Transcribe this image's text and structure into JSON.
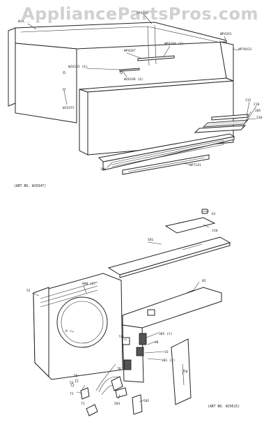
{
  "watermark": "AppliancePartsPros.com",
  "diagram1": {
    "art_no": "(ART NO. WJ9347)",
    "labels": [
      {
        "id": "wp43x",
        "text": "WP43X0"
      },
      {
        "id": "wjx",
        "text": "WJ9..."
      },
      {
        "id": "wp43x_a",
        "text": "WP43X7"
      },
      {
        "id": "wp43x_b",
        "text": "WP43X0 (2)"
      },
      {
        "id": "wp43x_c",
        "text": "WP43X1"
      },
      {
        "id": "wp70x",
        "text": "WP70X31"
      },
      {
        "id": "wzx255",
        "text": "WZX255 (6)"
      },
      {
        "id": "wzx248",
        "text": "WZX248 (6)"
      },
      {
        "id": "wjx257",
        "text": "WJX257"
      },
      {
        "id": "n215",
        "text": "215"
      },
      {
        "id": "n218",
        "text": "218"
      },
      {
        "id": "n205",
        "text": "205"
      },
      {
        "id": "n220",
        "text": "220"
      },
      {
        "id": "n200",
        "text": "200"
      },
      {
        "id": "wp71x",
        "text": "WP71X1"
      }
    ]
  },
  "diagram2": {
    "art_no": "(ART NO. WJ9515)",
    "labels": [
      {
        "id": "n61",
        "text": "61"
      },
      {
        "id": "n310",
        "text": "310"
      },
      {
        "id": "n501",
        "text": "501"
      },
      {
        "id": "n85",
        "text": "85"
      },
      {
        "id": "n52",
        "text": "52"
      },
      {
        "id": "n800",
        "text": "800 (2)"
      },
      {
        "id": "n8",
        "text": "8"
      },
      {
        "id": "n305",
        "text": "305 (2)"
      },
      {
        "id": "n88",
        "text": "88"
      },
      {
        "id": "n33",
        "text": "33"
      },
      {
        "id": "n301",
        "text": "301 (2)"
      },
      {
        "id": "n74",
        "text": "74"
      },
      {
        "id": "n78",
        "text": "78"
      },
      {
        "id": "n53",
        "text": "53"
      },
      {
        "id": "n56",
        "text": "56"
      },
      {
        "id": "n72",
        "text": "72"
      },
      {
        "id": "n50",
        "text": "50"
      },
      {
        "id": "n71",
        "text": "71"
      },
      {
        "id": "n503",
        "text": "503"
      },
      {
        "id": "n502",
        "text": "502"
      }
    ]
  }
}
